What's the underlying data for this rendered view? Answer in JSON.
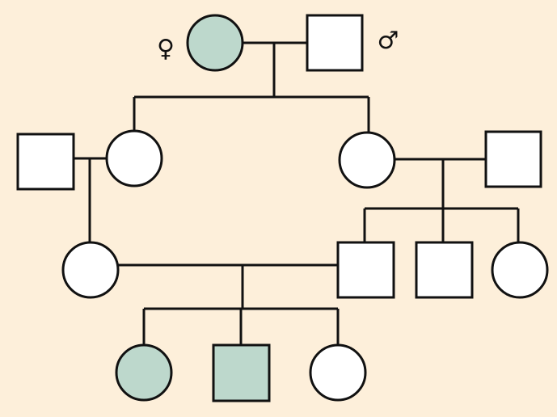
{
  "title": "Pedigree chart",
  "symbols": {
    "female": "♀",
    "male": "♂"
  },
  "colors": {
    "background": "#fdefda",
    "affected": "#bdd8cc",
    "unaffected": "#ffffff",
    "line": "#111111"
  },
  "individuals": [
    {
      "id": "I-1",
      "sex": "female",
      "affected": true
    },
    {
      "id": "I-2",
      "sex": "male",
      "affected": false
    },
    {
      "id": "II-1",
      "sex": "male",
      "affected": false
    },
    {
      "id": "II-2",
      "sex": "female",
      "affected": false
    },
    {
      "id": "II-3",
      "sex": "female",
      "affected": false
    },
    {
      "id": "II-4",
      "sex": "male",
      "affected": false
    },
    {
      "id": "III-1",
      "sex": "female",
      "affected": false
    },
    {
      "id": "III-2",
      "sex": "male",
      "affected": false
    },
    {
      "id": "III-3",
      "sex": "male",
      "affected": false
    },
    {
      "id": "III-4",
      "sex": "female",
      "affected": false
    },
    {
      "id": "IV-1",
      "sex": "female",
      "affected": true
    },
    {
      "id": "IV-2",
      "sex": "male",
      "affected": true
    },
    {
      "id": "IV-3",
      "sex": "female",
      "affected": false
    }
  ]
}
